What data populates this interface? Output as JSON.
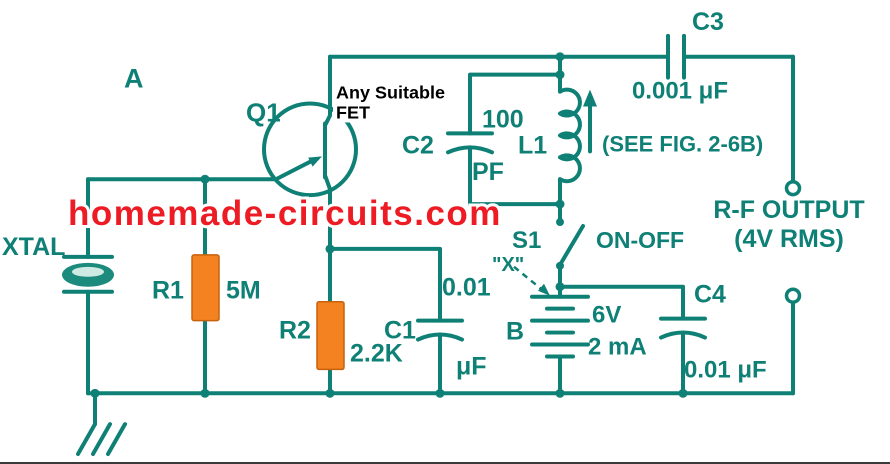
{
  "colors": {
    "line": "#0f8075",
    "label": "#0f8075",
    "watermark": "#ed1c24",
    "resistor_body": "#f58220",
    "fet_note": "#000000",
    "background": "#ffffff"
  },
  "section_label": "A",
  "watermark": "homemade-circuits.com",
  "components": {
    "q1": {
      "ref": "Q1",
      "note_line1": "Any Suitable",
      "note_line2": "FET"
    },
    "xtal": {
      "ref": "XTAL"
    },
    "r1": {
      "ref": "R1",
      "value": "5M"
    },
    "r2": {
      "ref": "R2",
      "value": "2.2K"
    },
    "c1": {
      "ref": "C1",
      "value": "0.01",
      "unit": "μF"
    },
    "c2": {
      "ref": "C2",
      "value": "100",
      "unit": "PF"
    },
    "c3": {
      "ref": "C3",
      "value": "0.001 μF"
    },
    "c4": {
      "ref": "C4",
      "value": "0.01 μF"
    },
    "l1": {
      "ref": "L1",
      "note": "(SEE FIG. 2-6B)"
    },
    "s1": {
      "ref": "S1",
      "label": "ON-OFF"
    },
    "battery": {
      "ref": "B",
      "voltage": "6V",
      "current": "2 mA"
    },
    "x_node": {
      "label": "\"X\""
    },
    "rf_output": {
      "line1": "R-F OUTPUT",
      "line2": "(4V RMS)"
    }
  }
}
